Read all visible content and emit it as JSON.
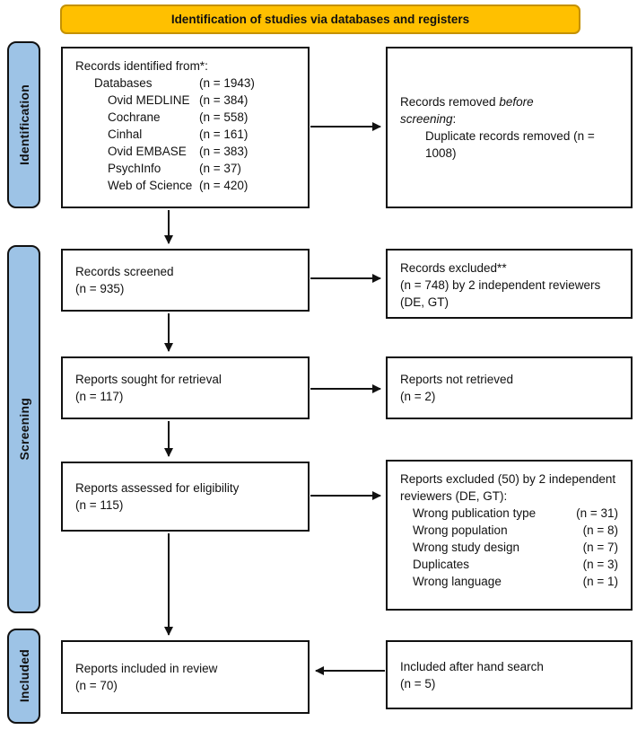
{
  "banner": {
    "title": "Identification of studies via databases and registers"
  },
  "colors": {
    "banner_bg": "#FFC000",
    "banner_border": "#C49102",
    "sidebar_bg": "#9DC3E6",
    "sidebar_border": "#111111",
    "box_bg": "#FFFFFF",
    "box_border": "#111111",
    "text": "#111111",
    "arrow": "#111111"
  },
  "sidebar": {
    "identification": "Identification",
    "screening": "Screening",
    "included": "Included"
  },
  "boxes": {
    "records_identified": {
      "title": "Records identified from*:",
      "rows": [
        {
          "label": "Databases",
          "value": "(n = 1943)"
        },
        {
          "label": "Ovid MEDLINE",
          "value": "(n = 384)"
        },
        {
          "label": "Cochrane",
          "value": "(n = 558)"
        },
        {
          "label": "Cinhal",
          "value": "(n = 161)"
        },
        {
          "label": "Ovid EMBASE",
          "value": "(n = 383)"
        },
        {
          "label": "PsychInfo",
          "value": "(n = 37)"
        },
        {
          "label": "Web of Science",
          "value": "(n = 420)"
        }
      ]
    },
    "records_removed": {
      "line1_part1": "Records removed",
      "line1_italic": "before",
      "line2_italic": "screening",
      "line2_suffix": ":",
      "detail": "Duplicate records removed (n = 1008)"
    },
    "records_screened": {
      "line1": "Records screened",
      "line2": "(n = 935)"
    },
    "records_excluded": {
      "line1": "Records excluded**",
      "line2": "(n = 748) by 2 independent reviewers (DE, GT)"
    },
    "reports_sought": {
      "line1": "Reports sought for retrieval",
      "line2": "(n = 117)"
    },
    "reports_not_retrieved": {
      "line1": "Reports not retrieved",
      "line2": "(n = 2)"
    },
    "reports_assessed": {
      "line1": "Reports assessed for eligibility",
      "line2": "(n = 115)"
    },
    "reports_excluded": {
      "title": "Reports excluded (50) by 2 independent reviewers (DE, GT):",
      "rows": [
        {
          "label": "Wrong publication type",
          "value": "(n = 31)"
        },
        {
          "label": "Wrong population",
          "value": "(n = 8)"
        },
        {
          "label": "Wrong study design",
          "value": "(n = 7)"
        },
        {
          "label": "Duplicates",
          "value": "(n = 3)"
        },
        {
          "label": "Wrong language",
          "value": "(n = 1)"
        }
      ]
    },
    "reports_included": {
      "line1": "Reports included in review",
      "line2": "(n = 70)"
    },
    "included_hand_search": {
      "line1": "Included after hand search",
      "line2": "(n = 5)"
    }
  }
}
